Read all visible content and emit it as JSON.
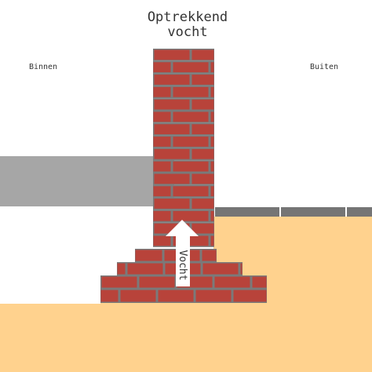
{
  "title_lines": [
    "Optrekkend",
    "vocht"
  ],
  "labels": {
    "inside": "Binnen",
    "outside": "Buiten",
    "arrow": "Vocht"
  },
  "colors": {
    "background": "#ffffff",
    "soil": "#ffd28e",
    "brick": "#b8433a",
    "mortar": "#7a7a7a",
    "floor_slab": "#a6a6a6",
    "paving": "#757575",
    "arrow": "#ffffff",
    "text": "#333333"
  }
}
